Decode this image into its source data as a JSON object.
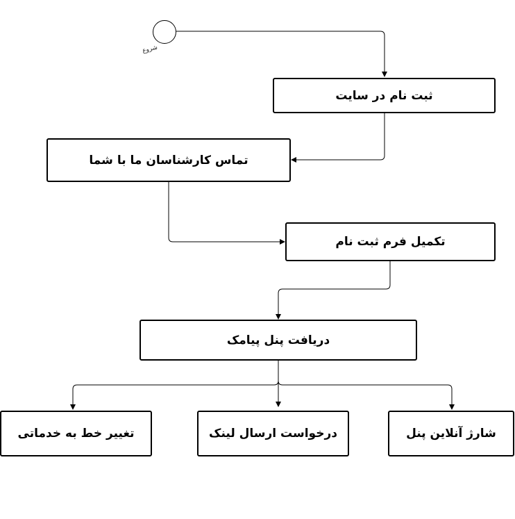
{
  "start": {
    "label": "شروع"
  },
  "nodes": {
    "register_site": "ثبت نام در سایت",
    "expert_contact": "تماس کارشناسان ما با شما",
    "complete_form": "تکمیل فرم ثبت نام",
    "receive_panel": "دریافت پنل پیامک",
    "change_line": "تغییر خط به خدماتی",
    "request_link": "درخواست ارسال لینک",
    "online_charge": "شارژ آنلاین پنل"
  }
}
